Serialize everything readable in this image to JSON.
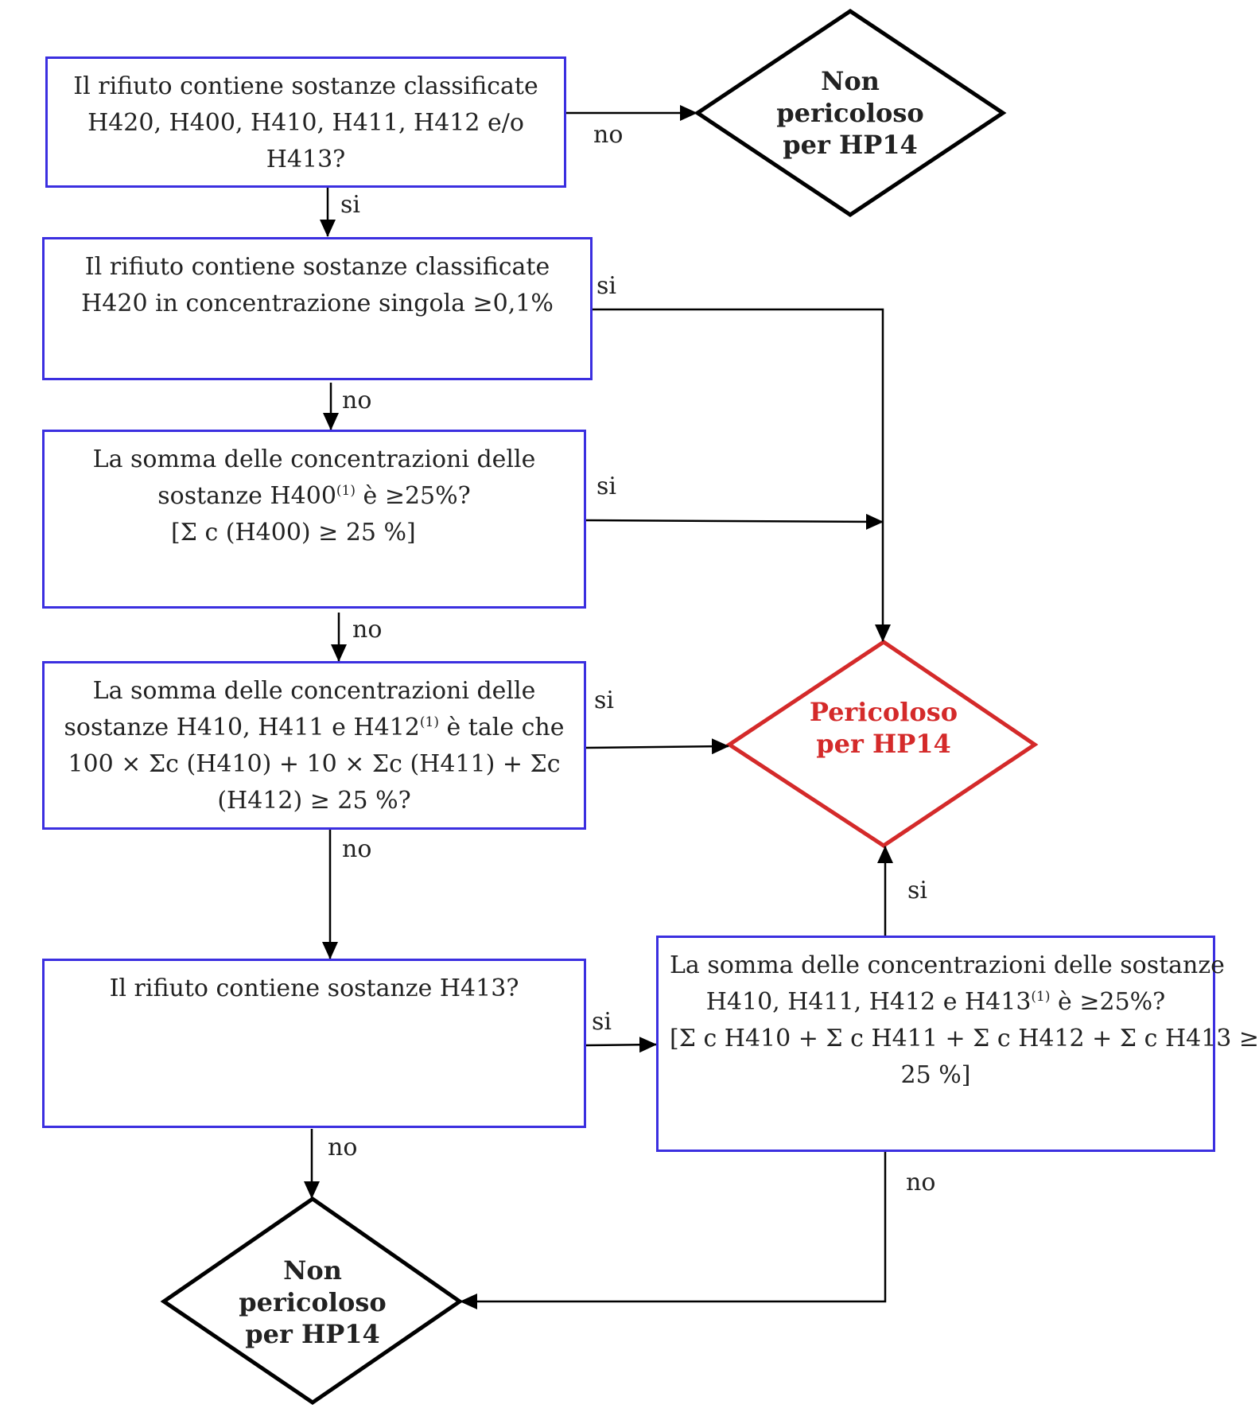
{
  "colors": {
    "box_border": "#3b2fe0",
    "arrow": "#000000",
    "danger": "#d42a2a",
    "outcome_border": "#000000"
  },
  "boxes": {
    "q1": [
      "Il rifiuto contiene sostanze classificate",
      "H420, H400, H410, H411, H412 e/o",
      "H413?"
    ],
    "q2": [
      "Il rifiuto contiene sostanze classificate",
      "H420 in concentrazione singola ≥0,1%"
    ],
    "q3": {
      "line1": "La somma delle concentrazioni delle",
      "line2_pre": "sostanze H400",
      "line2_ref": "(1)",
      "line2_post": " è ≥25%?",
      "line3": "[Σ c (H400) ≥ 25 %]"
    },
    "q4": {
      "line1": "La somma delle concentrazioni delle",
      "line2_pre": "sostanze H410, H411 e H412",
      "line2_ref": "(1)",
      "line2_post": " è tale che",
      "line3": "100 × Σc (H410) + 10 × Σc (H411) + Σc",
      "line4": "(H412) ≥ 25 %?"
    },
    "q5": [
      "Il rifiuto contiene sostanze H413?"
    ],
    "q6": {
      "line1": "La somma delle concentrazioni delle sostanze",
      "line2_pre": "H410, H411, H412 e H413",
      "line2_ref": "(1)",
      "line2_post": " è ≥25%?",
      "line3": "[Σ c H410 + Σ c H411 + Σ c H412 + Σ c H413 ≥",
      "line4": "25 %]"
    }
  },
  "outcomes": {
    "non_pericoloso_top": [
      "Non",
      "pericoloso",
      "per HP14"
    ],
    "pericoloso": [
      "Pericoloso",
      "per HP14"
    ],
    "non_pericoloso_bottom": [
      "Non",
      "pericoloso",
      "per HP14"
    ]
  },
  "labels": {
    "q1_no": "no",
    "q1_si": "si",
    "q2_si": "si",
    "q2_no": "no",
    "q3_si": "si",
    "q3_no": "no",
    "q4_si": "si",
    "q4_no": "no",
    "q5_si": "si",
    "q5_no": "no",
    "q6_si": "si",
    "q6_no": "no"
  }
}
